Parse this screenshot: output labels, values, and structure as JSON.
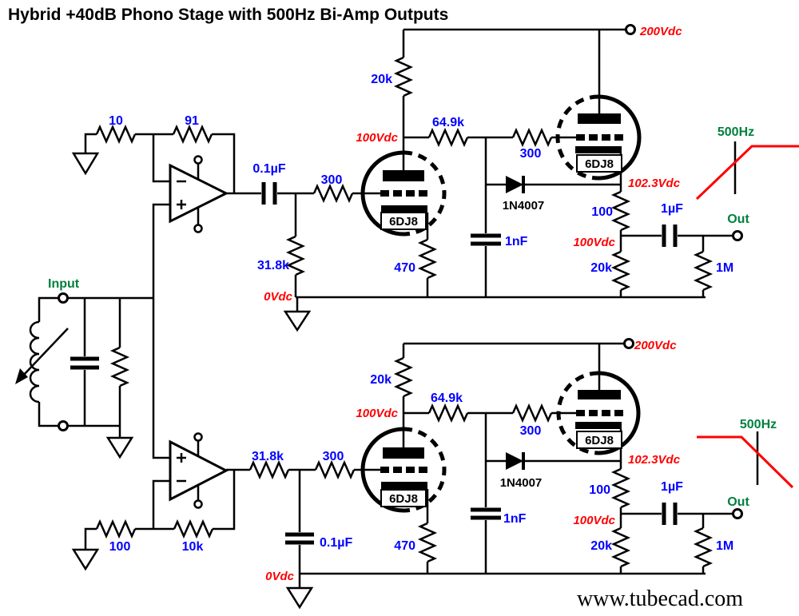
{
  "title": "Hybrid +40dB Phono Stage with 500Hz Bi-Amp Outputs",
  "footer": "www.tubecad.com",
  "input_label": "Input",
  "colors": {
    "value_blue": "#0000ff",
    "voltage_red": "#ff0000",
    "signal_green": "#00803e",
    "line_black": "#000000",
    "response_curve_red": "#ff0000"
  },
  "top": {
    "inv_input_r": "10",
    "feedback_r": "91",
    "coupling_cap": "0.1µF",
    "grid_r": "31.8k",
    "zero_v": "0Vdc",
    "grid_stopper1": "300",
    "tube1": "6DJ8",
    "cathode_r1": "470",
    "plate_r": "20k",
    "plate_v": "100Vdc",
    "interstage_r": "64.9k",
    "grid_stopper2": "300",
    "diode": "1N4007",
    "shunt_cap": "1nF",
    "supply_v": "200Vdc",
    "tube2": "6DJ8",
    "cathode_v": "102.3Vdc",
    "cathode_r2": "100",
    "divider_v": "100Vdc",
    "divider_r": "20k",
    "output_cap": "1µF",
    "out_label": "Out",
    "load_r": "1M",
    "crossover_freq": "500Hz"
  },
  "bottom": {
    "inv_input_r": "100",
    "feedback_r": "10k",
    "coupling_cap": "0.1µF",
    "grid_r": "31.8k",
    "zero_v": "0Vdc",
    "grid_stopper1": "300",
    "tube1": "6DJ8",
    "cathode_r1": "470",
    "plate_r": "20k",
    "plate_v": "100Vdc",
    "interstage_r": "64.9k",
    "grid_stopper2": "300",
    "diode": "1N4007",
    "shunt_cap": "1nF",
    "supply_v": "200Vdc",
    "tube2": "6DJ8",
    "cathode_v": "102.3Vdc",
    "cathode_r2": "100",
    "divider_v": "100Vdc",
    "divider_r": "20k",
    "output_cap": "1µF",
    "out_label": "Out",
    "load_r": "1M",
    "crossover_freq": "500Hz"
  }
}
